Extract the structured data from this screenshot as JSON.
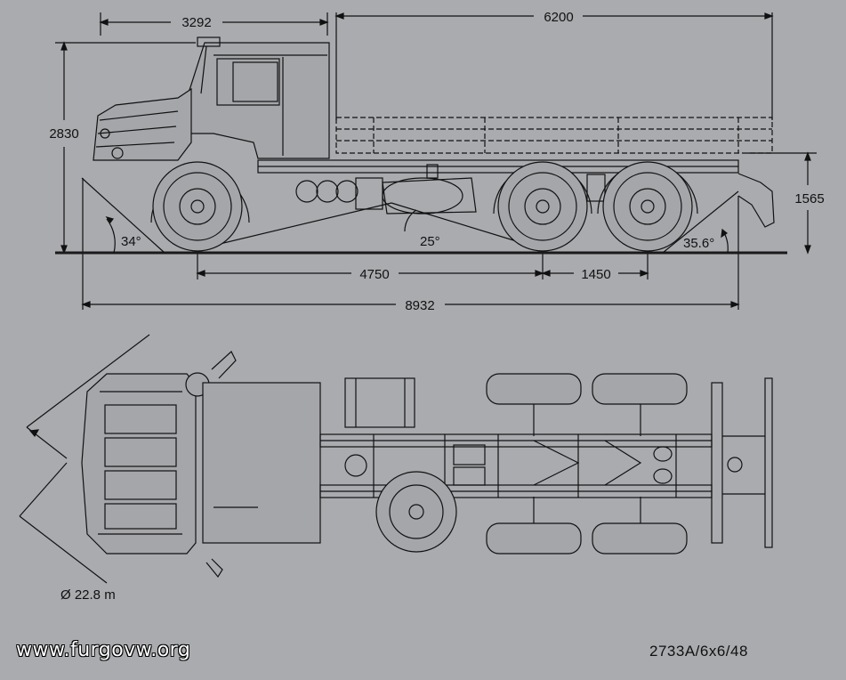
{
  "dimensions": {
    "cab_length": "3292",
    "body_length": "6200",
    "total_height": "2830",
    "frame_height": "1565",
    "wheelbase": "4750",
    "tandem_spacing": "1450",
    "overall_length": "8932"
  },
  "angles": {
    "approach": "34°",
    "ramp": "25°",
    "departure": "35.6°"
  },
  "turning_circle": "Ø  22.8 m",
  "model_code": "2733A/6x6/48",
  "watermark": "www.furgovw.org",
  "colors": {
    "background": "#a9abae",
    "line": "#111111",
    "ground": "#1a1a1a"
  }
}
